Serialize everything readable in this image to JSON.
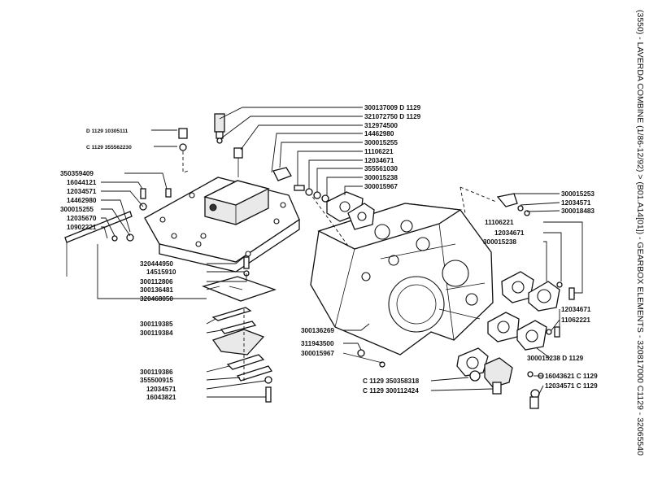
{
  "side_title": "(3550) - LAVERDA COMBINE (1/86-12/92) > (B01.A14[01]) - GEARBOX ELEMENTS - 320817000 C1129 - 32065540",
  "labels": {
    "l1": "D 1129 10305111",
    "l2": "C 1129 355562230",
    "l3": "350359409",
    "l4": "16044121",
    "l5": "12034571",
    "l6": "14462980",
    "l7": "300015255",
    "l8": "12035670",
    "l9": "10902221",
    "l10": "320444950",
    "l11": "14515910",
    "l12": "300112806",
    "l13": "300136481",
    "l14": "320468050",
    "l15": "300119385",
    "l16": "300119384",
    "l17": "300119386",
    "l18": "355500915",
    "l19": "12034571",
    "l20": "16043821",
    "r1": "300137009 D 1129",
    "r2": "321072750 D 1129",
    "r3": "312974500",
    "r4": "14462980",
    "r5": "300015255",
    "r6": "11106221",
    "r7": "12034671",
    "r8": "355561030",
    "r9": "300015238",
    "r10": "300015967",
    "s1": "300015253",
    "s2": "12034571",
    "s3": "300018483",
    "s4": "11106221",
    "s5": "12034671",
    "s6": "300015238",
    "s7": "12034671",
    "s8": "11062221",
    "s9": "300015238 D 1129",
    "s10": "16043621 C 1129",
    "s11": "12034571 C 1129",
    "b1": "300136269",
    "b2": "311943500",
    "b3": "300015967",
    "b4": "C 1129 350358318",
    "b5": "C 1129 300112424"
  }
}
